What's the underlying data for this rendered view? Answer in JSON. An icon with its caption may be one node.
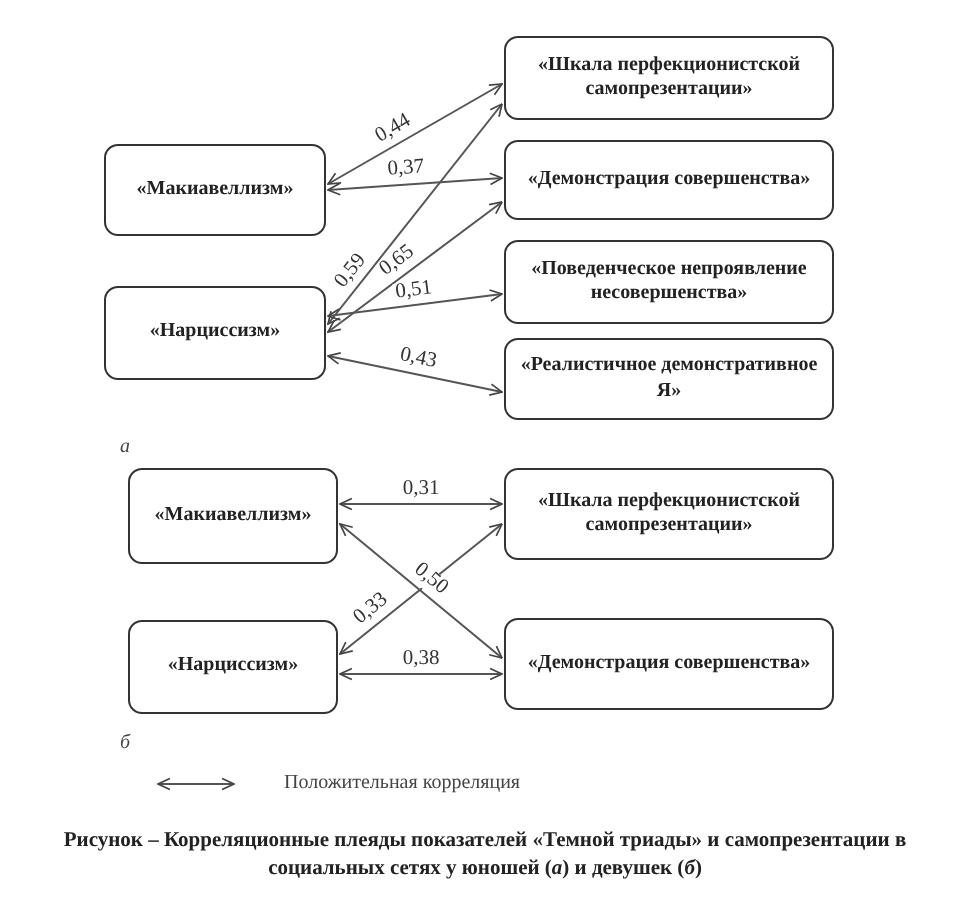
{
  "diagram": {
    "caption": "Рисунок – Корреляционные плеяды показателей «Темной триады» и самопрезентации в социальных сетях у юношей (*а*) и девушек (*б*)",
    "nodes": [
      {
        "text": [
          "«Макиавеллизм»"
        ]
      },
      {
        "text": [
          "«Нарциссизм»"
        ]
      },
      {
        "text": [
          "«Шкала перфекционистской самопрезентации»"
        ]
      },
      {
        "text": [
          "«Демонстрация совершенства»"
        ]
      },
      {
        "text": [
          "«Поведенческое непроявление несовершенства»"
        ]
      },
      {
        "text": [
          "«Реалистичное демонстративное Я»"
        ]
      },
      {
        "text": [
          "«Макиавеллизм»"
        ]
      },
      {
        "text": [
          "«Нарциссизм»"
        ]
      },
      {
        "text": [
          "«Шкала перфекционистской самопрезентации»"
        ]
      },
      {
        "text": [
          "«Демонстрация совершенства»"
        ]
      }
    ],
    "edges": [
      {
        "from": 0,
        "to": 2,
        "arrow": "both",
        "label": "0,44"
      },
      {
        "from": 0,
        "to": 3,
        "arrow": "both",
        "label": "0,37"
      },
      {
        "from": 1,
        "to": 2,
        "arrow": "both",
        "label": "0,59"
      },
      {
        "from": 1,
        "to": 3,
        "arrow": "both",
        "label": "0,65"
      },
      {
        "from": 1,
        "to": 4,
        "arrow": "both",
        "label": "0,51"
      },
      {
        "from": 1,
        "to": 5,
        "arrow": "both",
        "label": "0,43"
      },
      {
        "from": 6,
        "to": 8,
        "arrow": "both",
        "label": "0,31"
      },
      {
        "from": 6,
        "to": 9,
        "arrow": "both",
        "label": "0,50"
      },
      {
        "from": 7,
        "to": 8,
        "arrow": "both",
        "label": "0,33"
      },
      {
        "from": 7,
        "to": 9,
        "arrow": "both",
        "label": "0,38"
      }
    ],
    "labels": [
      "а",
      "б"
    ],
    "legend": [
      {
        "text": "Положительная корреляция"
      }
    ]
  }
}
